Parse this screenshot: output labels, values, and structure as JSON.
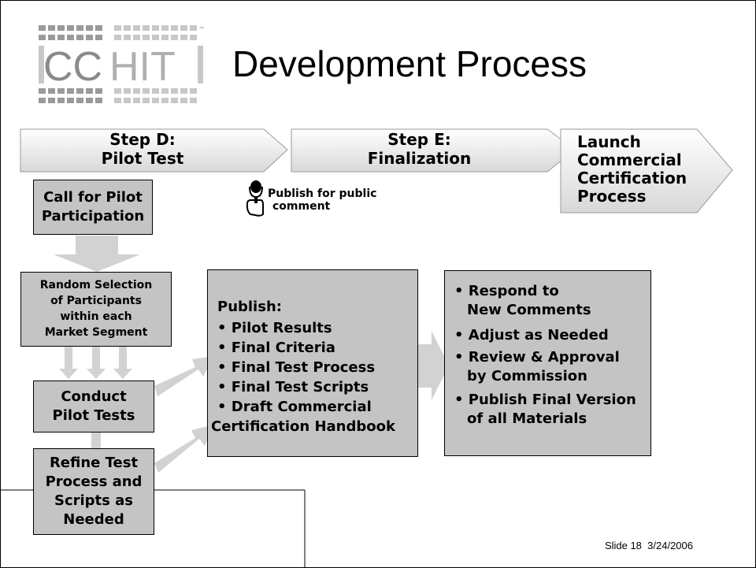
{
  "logo": {
    "text_cc": "CC",
    "text_hit": "HIT",
    "tm": "™"
  },
  "title": "Development Process",
  "steps": [
    {
      "line1": "Step D:",
      "line2": "Pilot Test"
    },
    {
      "line1": "Step E:",
      "line2": "Finalization"
    },
    {
      "lines": [
        "Launch",
        "Commercial",
        "Certification",
        "Process"
      ]
    }
  ],
  "boxes": {
    "call": [
      "Call for Pilot",
      "Participation"
    ],
    "random": [
      "Random Selection",
      "of Participants",
      "within each",
      "Market Segment"
    ],
    "conduct": [
      "Conduct",
      "Pilot Tests"
    ],
    "refine": [
      "Refine Test",
      "Process and",
      "Scripts as",
      "Needed"
    ]
  },
  "public_comment": [
    "Publish for public",
    "comment"
  ],
  "publish": {
    "heading": "Publish:",
    "items": [
      "• Pilot Results",
      "• Final Criteria",
      "• Final Test Process",
      "• Final Test Scripts",
      "• Draft Commercial",
      "Certification Handbook"
    ]
  },
  "respond": {
    "items": [
      "• Respond to",
      "New Comments",
      "• Adjust as Needed",
      "• Review & Approval",
      "by Commission",
      "• Publish Final Version",
      "of all Materials"
    ]
  },
  "footer": {
    "slide": "Slide 18",
    "date": "3/24/2006"
  }
}
